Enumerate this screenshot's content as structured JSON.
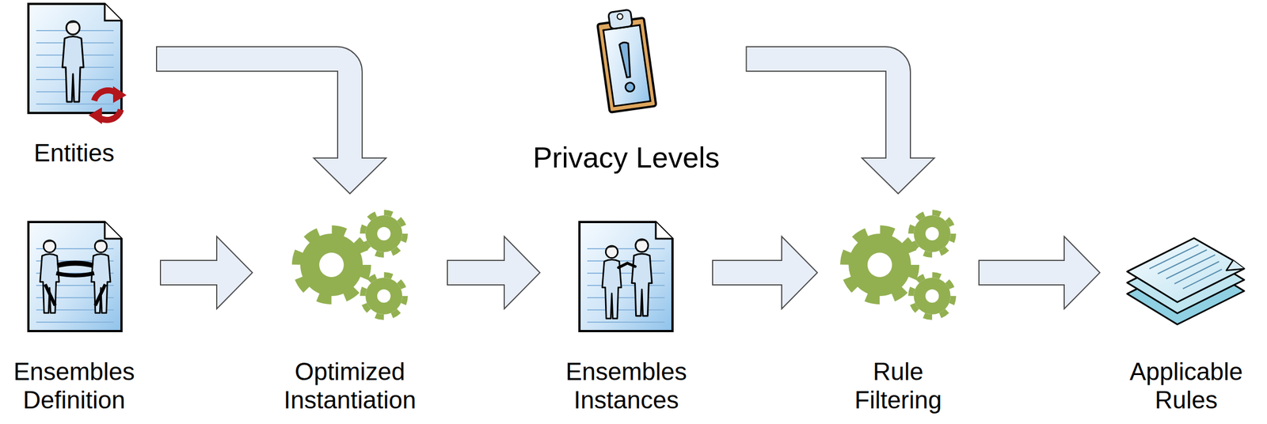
{
  "diagram": {
    "nodes": [
      {
        "text": [
          "Entities"
        ]
      },
      {
        "text": [
          "Privacy Levels"
        ]
      },
      {
        "text": [
          "Ensembles Definition"
        ]
      },
      {
        "text": [
          "Optimized Instantiation"
        ]
      },
      {
        "text": [
          "Ensembles Instances"
        ]
      },
      {
        "text": [
          "Rule Filtering"
        ]
      },
      {
        "text": [
          "Applicable Rules"
        ]
      }
    ],
    "edges": [
      {
        "from": 0,
        "to": 3,
        "arrow": "to"
      },
      {
        "from": 1,
        "to": 5,
        "arrow": "to"
      },
      {
        "from": 2,
        "to": 3,
        "arrow": "to"
      },
      {
        "from": 3,
        "to": 4,
        "arrow": "to"
      },
      {
        "from": 4,
        "to": 5,
        "arrow": "to"
      },
      {
        "from": 5,
        "to": 6,
        "arrow": "to"
      }
    ]
  }
}
